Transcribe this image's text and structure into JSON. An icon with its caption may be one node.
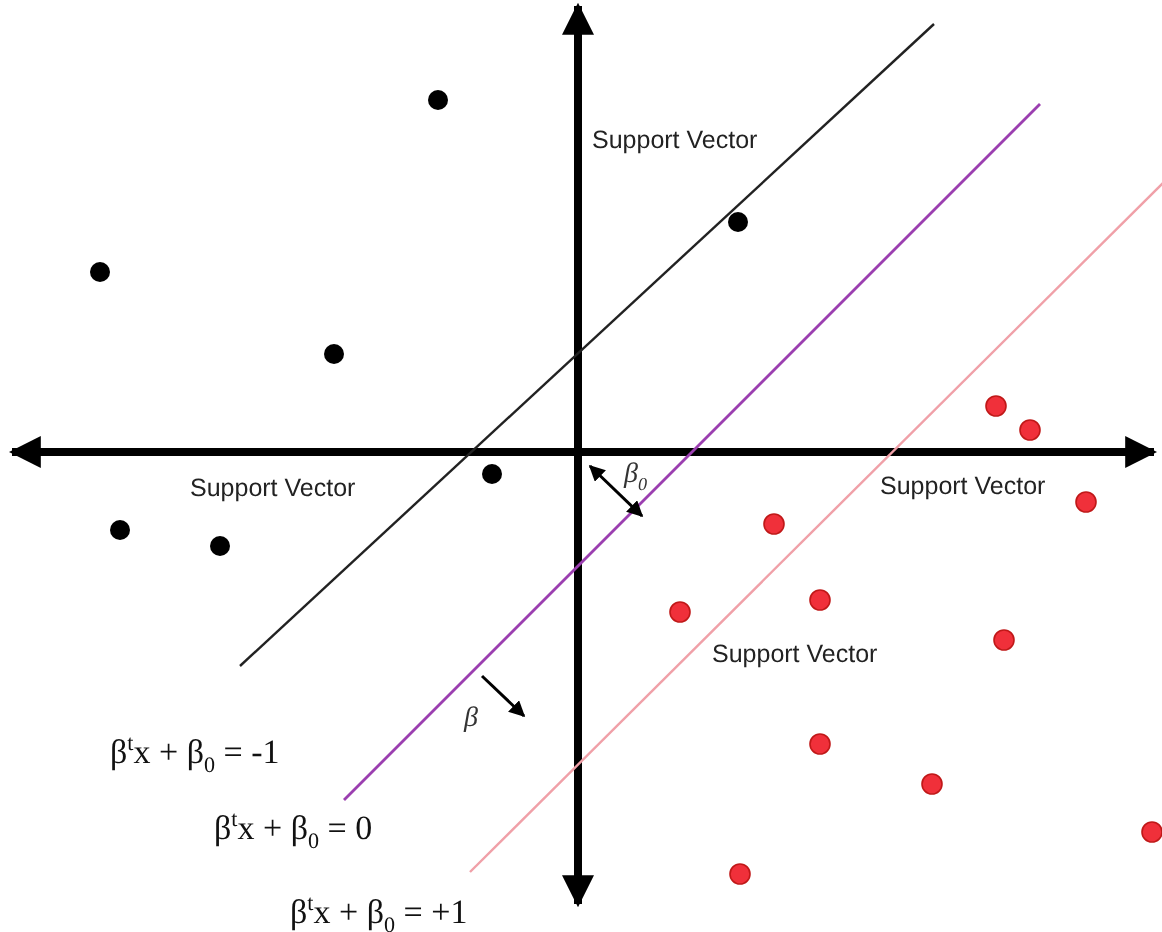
{
  "diagram": {
    "labels": [
      "Support Vector",
      "β$_{0}$",
      "Support Vector",
      "Support Vector",
      "Support Vector",
      "β",
      "β$^{t}$x + β$_{0}$ = -1",
      "β$^{t}$x + β$_{0}$ = 0",
      "β$^{t}$x + β$_{0}$ = +1"
    ]
  }
}
